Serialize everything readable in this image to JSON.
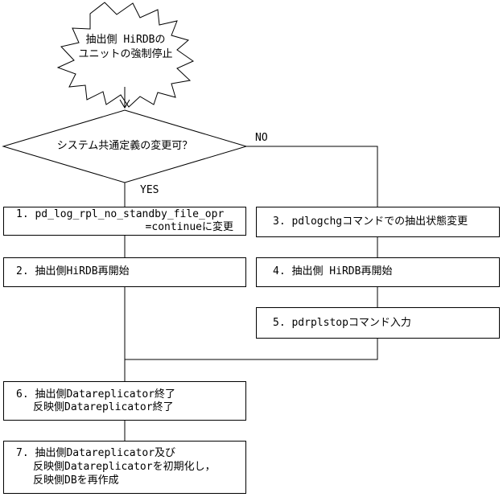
{
  "start": {
    "line1": "抽出側 HiRDBの",
    "line2": "ユニットの強制停止"
  },
  "decision": {
    "question": "システム共通定義の変更可？",
    "yes_label": "YES",
    "no_label": "NO"
  },
  "steps": {
    "s1": {
      "line1": "1. pd_log_rpl_no_standby_file_opr",
      "line2": "=continueに変更"
    },
    "s2": {
      "line1": "2. 抽出側HiRDB再開始"
    },
    "s3": {
      "line1": "3. pdlogchgコマンドでの抽出状態変更"
    },
    "s4": {
      "line1": "4. 抽出側 HiRDB再開始"
    },
    "s5": {
      "line1": "5. pdrplstopコマンド入力"
    },
    "s6": {
      "line1": "6. 抽出側Datareplicator終了",
      "line2": "反映側Datareplicator終了"
    },
    "s7": {
      "line1": "7. 抽出側Datareplicator及び",
      "line2": "反映側Datareplicatorを初期化し，",
      "line3": "反映側DBを再作成"
    }
  }
}
